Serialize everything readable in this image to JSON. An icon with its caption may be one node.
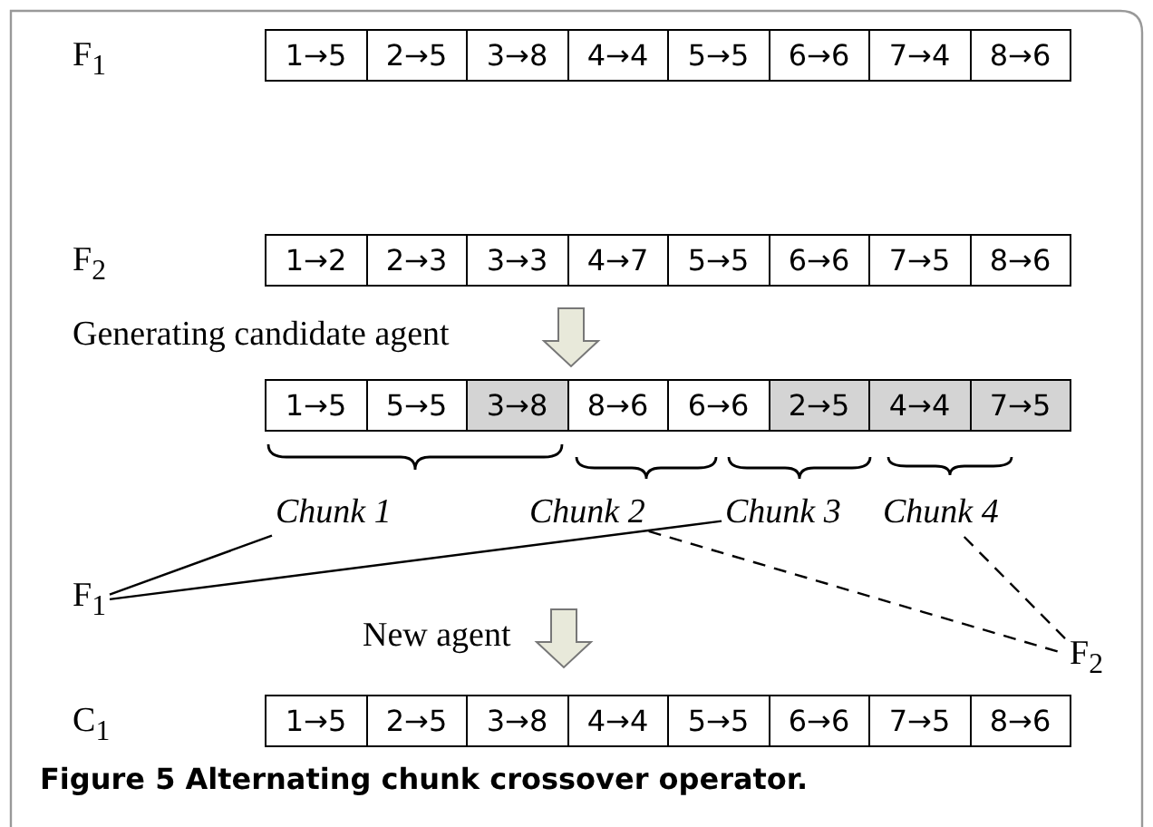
{
  "diagram": {
    "caption": "Figure 5 Alternating chunk crossover operator.",
    "nodes": [
      {
        "text": [
          "Chunk 1"
        ]
      },
      {
        "text": [
          "Chunk 2"
        ]
      },
      {
        "text": [
          "Chunk 3"
        ]
      },
      {
        "text": [
          "Chunk 4"
        ]
      },
      {
        "text": [
          "F$_{1}$"
        ]
      },
      {
        "text": [
          "F$_{2}$"
        ]
      }
    ],
    "edges": [
      {
        "from": 0,
        "to": 4,
        "arrow": "none"
      },
      {
        "from": 2,
        "to": 4,
        "arrow": "none"
      },
      {
        "from": 1,
        "to": 5,
        "arrow": "none",
        "style": "dashed"
      },
      {
        "from": 3,
        "to": 5,
        "arrow": "none",
        "style": "dashed"
      }
    ],
    "labels": [
      "F$_{1}$",
      "1→5",
      "2→5",
      "3→8",
      "4→4",
      "5→5",
      "6→6",
      "7→4",
      "8→6",
      "F$_{2}$",
      "1→2",
      "2→3",
      "3→3",
      "4→7",
      "5→5",
      "6→6",
      "7→5",
      "8→6",
      "Generating candidate agent",
      "1→5",
      "5→5",
      "3→8",
      "8→6",
      "6→6",
      "2→5",
      "4→4",
      "7→5",
      "New agent",
      "C$_{1}$",
      "1→5",
      "2→5",
      "3→8",
      "4→4",
      "5→5",
      "6→6",
      "7→5",
      "8→6"
    ]
  }
}
